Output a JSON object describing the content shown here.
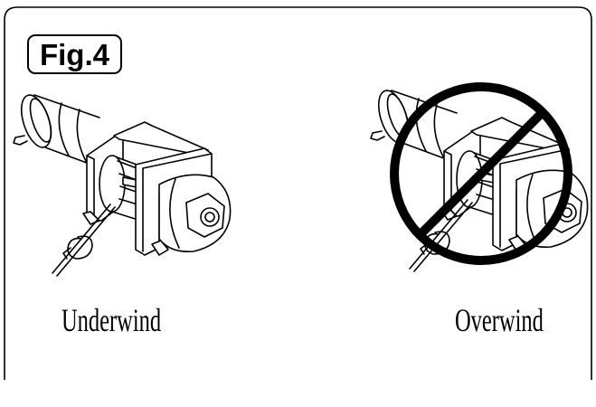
{
  "figure": {
    "label": "Fig.4"
  },
  "panels": [
    {
      "caption": "Underwind",
      "prohibited": false
    },
    {
      "caption": "Overwind",
      "prohibited": true
    }
  ],
  "icons": {
    "prohibition": "prohibited-icon"
  },
  "colors": {
    "stroke": "#000000",
    "background": "#ffffff"
  }
}
